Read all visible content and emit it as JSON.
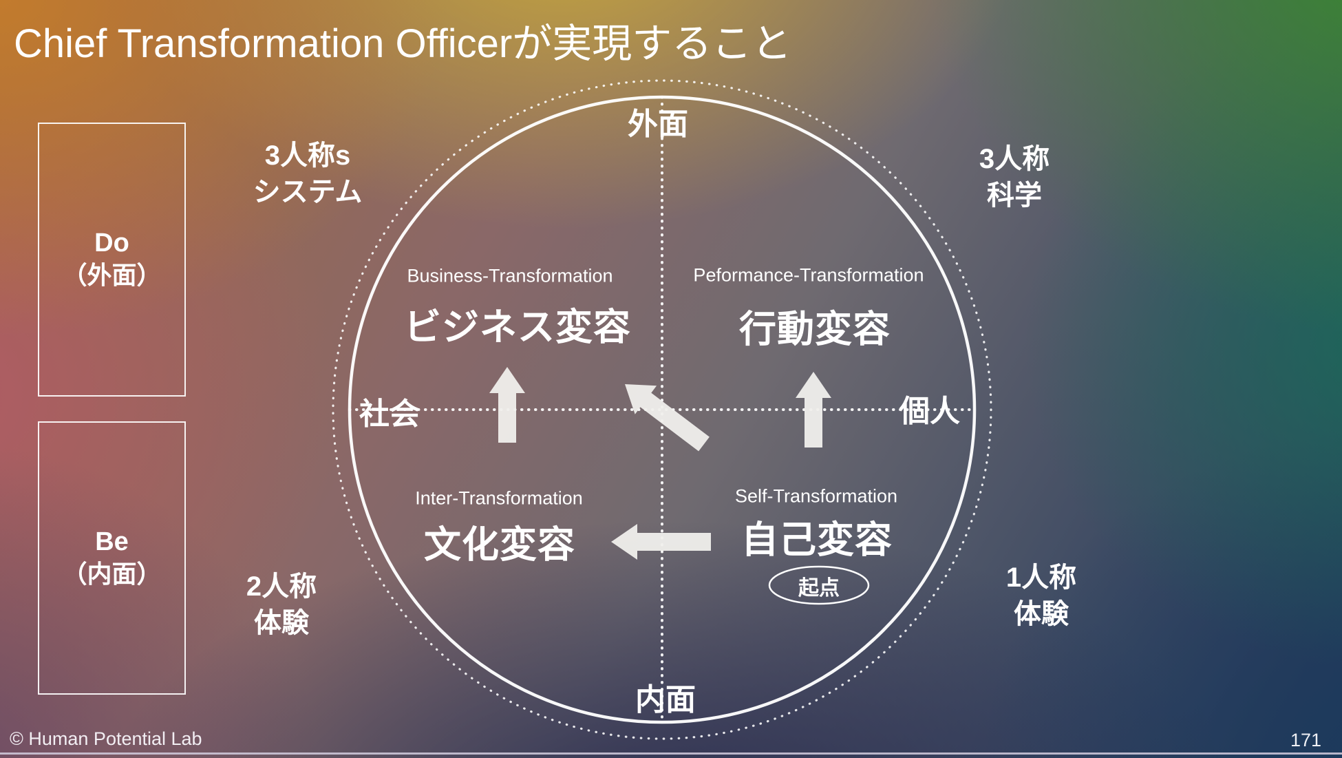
{
  "title": "Chief Transformation Officerが実現すること",
  "boxes": {
    "do": {
      "label": "Do",
      "sub": "（外面）"
    },
    "be": {
      "label": "Be",
      "sub": "（内面）"
    }
  },
  "corners": {
    "top_left": {
      "line1": "3人称s",
      "line2": "システム"
    },
    "top_right": {
      "line1": "3人称",
      "line2": "科学"
    },
    "bottom_left": {
      "line1": "2人称",
      "line2": "体験"
    },
    "bottom_right": {
      "line1": "1人称",
      "line2": "体験"
    }
  },
  "axes": {
    "top": "外面",
    "bottom": "内面",
    "left": "社会",
    "right": "個人"
  },
  "quadrants": {
    "business": {
      "en": "Business-Transformation",
      "ja": "ビジネス変容"
    },
    "performance": {
      "en": "Peformance-Transformation",
      "ja": "行動変容"
    },
    "inter": {
      "en": "Inter-Transformation",
      "ja": "文化変容"
    },
    "self": {
      "en": "Self-Transformation",
      "ja": "自己変容"
    }
  },
  "origin_badge": "起点",
  "footer": {
    "copyright": "© Human Potential Lab",
    "page": "171"
  },
  "icons": {
    "arrows": [
      "arrow-up-inter-to-business-icon",
      "arrow-up-self-to-performance-icon",
      "arrow-left-self-to-inter-icon",
      "arrow-diagonal-self-to-business-icon"
    ]
  },
  "colors": {
    "text": "#ffffff",
    "line": "#ffffff",
    "arrow": "#f0efec",
    "gradient_top_left": "#c47c2c",
    "gradient_top_center": "#c6a83c",
    "gradient_top_right": "#3a8a2e",
    "gradient_right_teal": "#186e58",
    "gradient_left_rose": "#b25a68",
    "gradient_bottom_left": "#6b4a66",
    "gradient_bottom_center": "#272a4e",
    "gradient_bottom_right": "#1b3a5c"
  }
}
